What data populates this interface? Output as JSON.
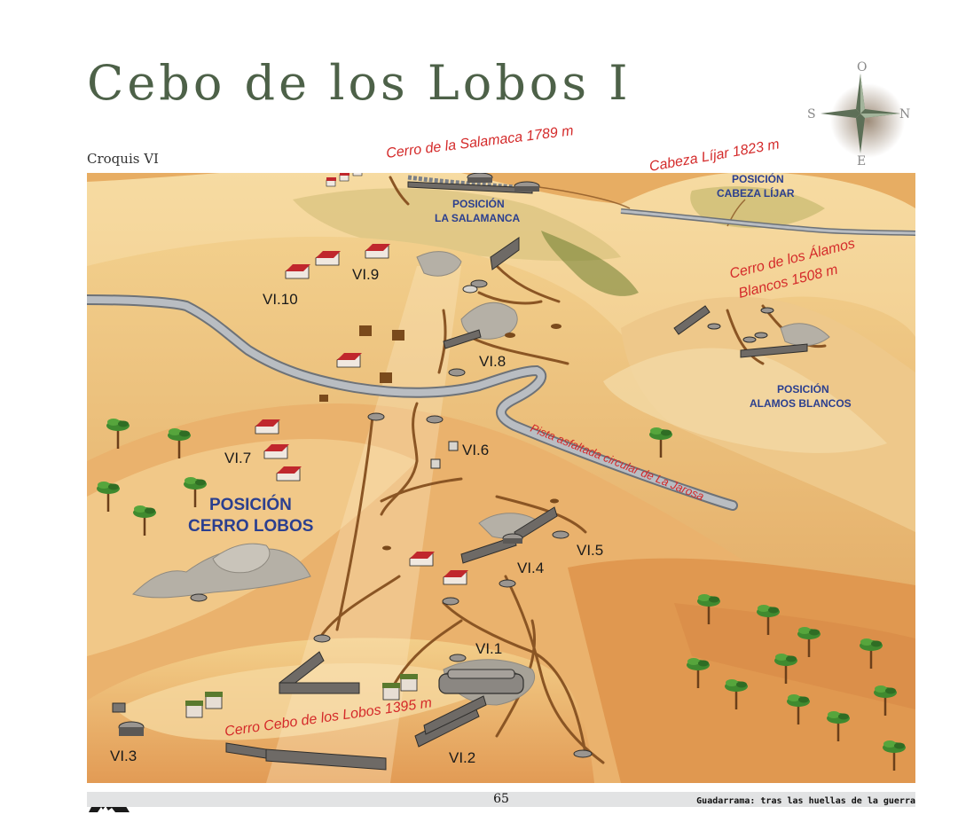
{
  "page": {
    "title": "Cebo de los Lobos I",
    "subtitle": "Croquis VI",
    "page_number": "65",
    "footer_text": "Guadarrama: tras las huellas de la guerra"
  },
  "compass": {
    "north": "N",
    "south": "S",
    "east": "E",
    "west": "O"
  },
  "peaks": {
    "salamaca": "Cerro de la Salamaca 1789 m",
    "lijar": "Cabeza Líjar 1823 m",
    "alamos_1": "Cerro de los Álamos",
    "alamos_2": "Blancos 1508 m",
    "cebo": "Cerro Cebo de los Lobos 1395 m"
  },
  "positions": {
    "salamanca_1": "POSICIÓN",
    "salamanca_2": "LA SALAMANCA",
    "lijar_1": "POSICIÓN",
    "lijar_2": "CABEZA LÍJAR",
    "alamos_1": "POSICIÓN",
    "alamos_2": "ALAMOS BLANCOS",
    "lobos_1": "POSICIÓN",
    "lobos_2": "CERRO LOBOS"
  },
  "road_label": "Pista asfaltada circular de La Jarosa",
  "sites": {
    "vi1": "VI.1",
    "vi2": "VI.2",
    "vi3": "VI.3",
    "vi4": "VI.4",
    "vi5": "VI.5",
    "vi6": "VI.6",
    "vi7": "VI.7",
    "vi8": "VI.8",
    "vi9": "VI.9",
    "vi10": "VI.10"
  },
  "colors": {
    "title": "#4d6148",
    "peak_label": "#d42a2a",
    "position_label": "#2b3f8f",
    "terrain_light": "#f0cf8f",
    "terrain_mid": "#e4a55c",
    "terrain_dark": "#c97d36",
    "road": "#8d9196",
    "roof": "#c0272d"
  }
}
